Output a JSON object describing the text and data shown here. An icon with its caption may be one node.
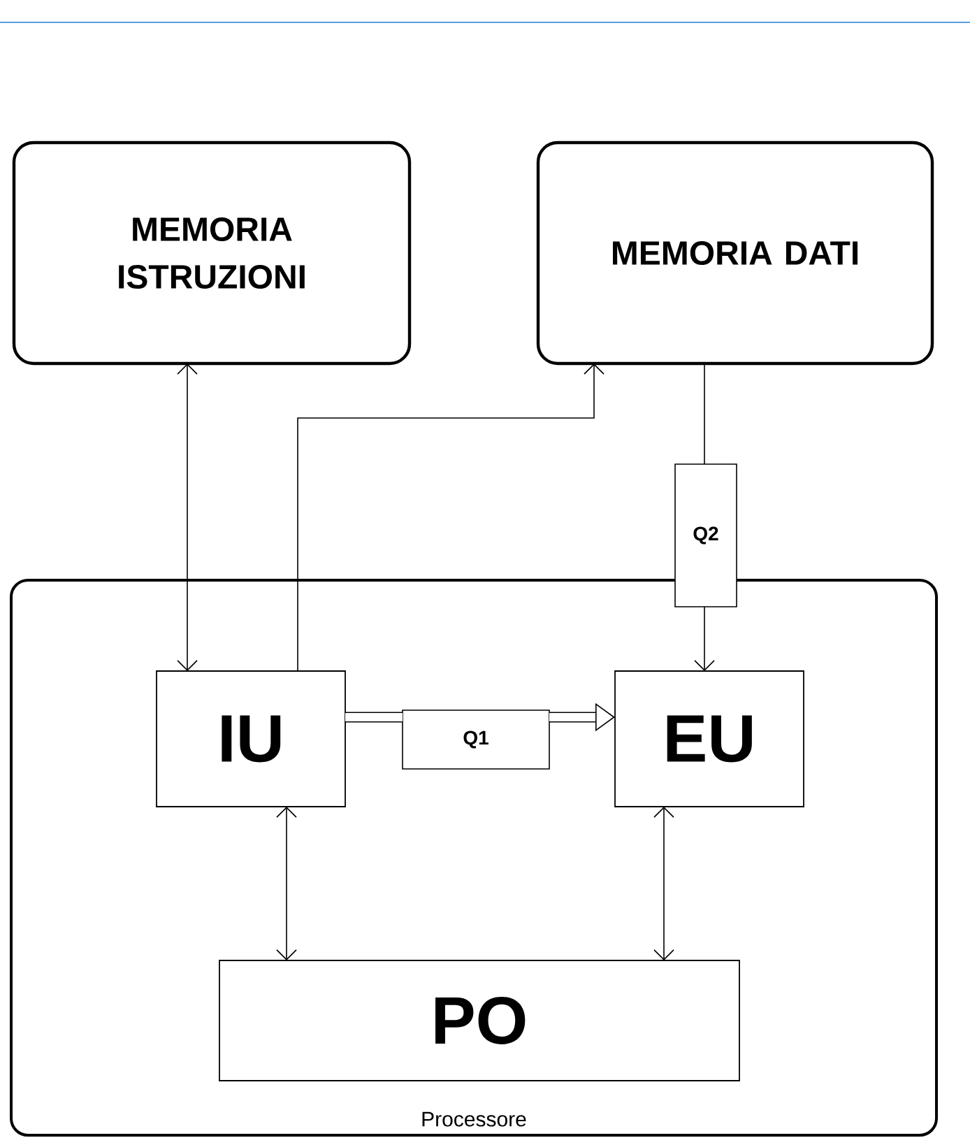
{
  "diagram": {
    "nodes": [
      {
        "text": [
          "MEMORIA ISTRUZIONI"
        ]
      },
      {
        "text": [
          "MEMORIA DATI"
        ]
      },
      {
        "text": [
          "Processore"
        ]
      },
      {
        "text": [
          "IU"
        ],
        "in": 2
      },
      {
        "text": [
          "Q1"
        ],
        "in": 2
      },
      {
        "text": [
          "EU"
        ],
        "in": 2
      },
      {
        "text": [
          "PO"
        ],
        "in": 2
      },
      {
        "text": [
          "Q2"
        ]
      }
    ],
    "edges": [
      {
        "from": 0,
        "to": 3,
        "arrow": "both"
      },
      {
        "from": 3,
        "to": 1,
        "arrow": "to"
      },
      {
        "from": 1,
        "to": 7,
        "arrow": "none"
      },
      {
        "from": 7,
        "to": 5,
        "arrow": "to"
      },
      {
        "from": 3,
        "to": 4,
        "arrow": "none",
        "style": "thick"
      },
      {
        "from": 4,
        "to": 5,
        "arrow": "to",
        "style": "thick"
      },
      {
        "from": 3,
        "to": 6,
        "arrow": "both"
      },
      {
        "from": 5,
        "to": 6,
        "arrow": "both"
      }
    ]
  }
}
